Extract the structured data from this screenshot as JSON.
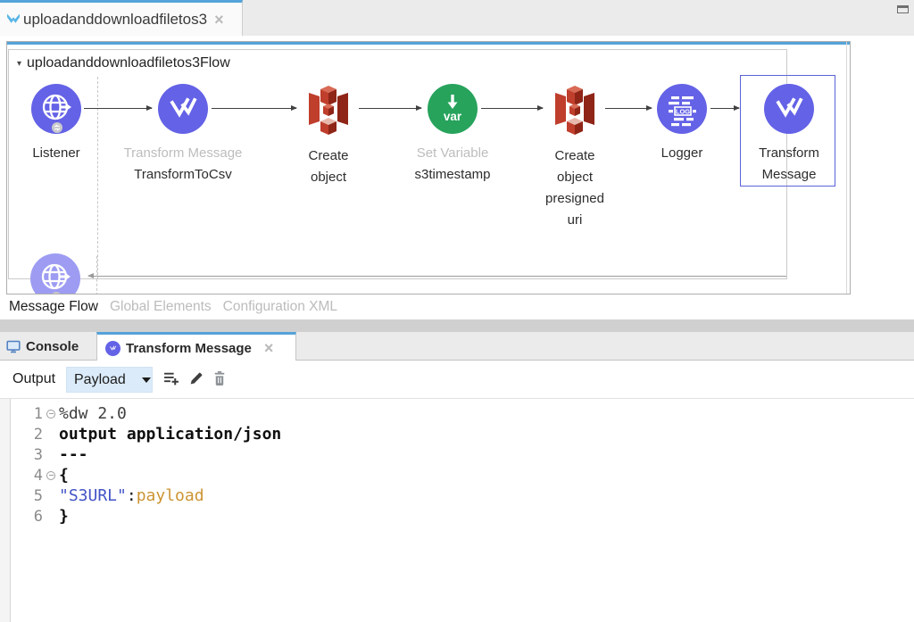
{
  "window": {
    "editor_tab": {
      "title": "uploadanddownloadfiletos3",
      "close": "×"
    }
  },
  "flow": {
    "title": "uploadanddownloadfiletos3Flow",
    "components": [
      {
        "label": "Listener"
      },
      {
        "display": "Transform Message",
        "name": "TransformToCsv"
      },
      {
        "label": "Create object"
      },
      {
        "display": "Set Variable",
        "name": "s3timestamp"
      },
      {
        "label": "Create object presigned uri"
      },
      {
        "label": "Logger"
      },
      {
        "label": "Transform Message",
        "selected": true
      }
    ]
  },
  "view_tabs": {
    "message_flow": "Message Flow",
    "global_elements": "Global Elements",
    "configuration_xml": "Configuration XML"
  },
  "console": {
    "console_tab": "Console",
    "transform_tab": "Transform Message",
    "close": "×"
  },
  "transform": {
    "output_label": "Output",
    "selector_value": "Payload"
  },
  "code": {
    "lines": [
      {
        "num": "1",
        "text": "%dw 2.0"
      },
      {
        "num": "2",
        "text": "output application/json"
      },
      {
        "num": "3",
        "text": "---"
      },
      {
        "num": "4",
        "text": "{"
      },
      {
        "num": "5",
        "key": "\"S3URL\"",
        "sep": ":",
        "value": "payload"
      },
      {
        "num": "6",
        "text": "}"
      }
    ]
  },
  "colors": {
    "accent": "#54a3d9",
    "purple": "#6462e6",
    "purple_light": "#9d9cf2",
    "green": "#27a35c",
    "s3_mid": "#bf3e2c",
    "s3_dark": "#8e2517",
    "s3_light": "#d96a55",
    "s3_pale": "#e7b9ac",
    "string_blue": "#4253c6",
    "payload_orange": "#cc9433",
    "muted_label": "#bdbdbd",
    "dark_label": "#2d2d2d",
    "selection_border": "#5a63d8",
    "mule_blue": "#58b5e5"
  }
}
